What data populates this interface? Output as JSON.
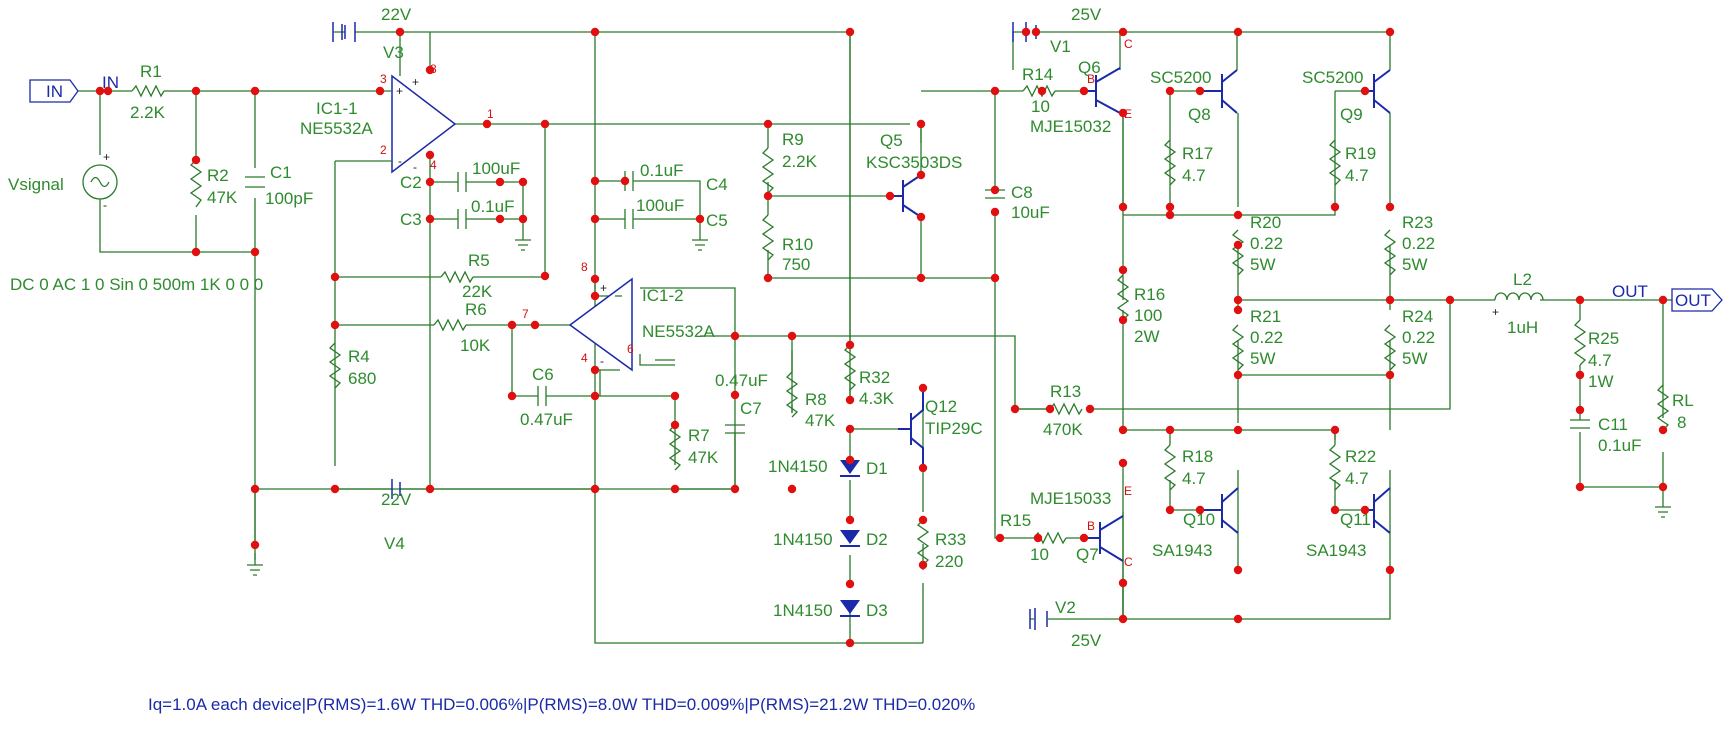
{
  "ports": {
    "in": "IN",
    "out": "OUT",
    "in_net": "IN",
    "out_net": "OUT"
  },
  "sources": {
    "vsignal": {
      "name": "Vsignal",
      "spec": "DC 0 AC 1 0 Sin 0 500m 1K 0 0 0"
    },
    "v1": {
      "name": "V1",
      "value": "25V"
    },
    "v2": {
      "name": "V2",
      "value": "25V"
    },
    "v3": {
      "name": "V3",
      "value": "22V"
    },
    "v4": {
      "name": "V4",
      "value": "22V"
    }
  },
  "opamps": {
    "ic1_1": {
      "name": "IC1-1",
      "part": "NE5532A",
      "pins": [
        "3",
        "8",
        "2",
        "4",
        "1"
      ]
    },
    "ic1_2": {
      "name": "IC1-2",
      "part": "NE5532A",
      "pins": [
        "8",
        "7",
        "4",
        "6"
      ]
    }
  },
  "resistors": {
    "r1": {
      "name": "R1",
      "value": "2.2K"
    },
    "r2": {
      "name": "R2",
      "value": "47K"
    },
    "r4": {
      "name": "R4",
      "value": "680"
    },
    "r5": {
      "name": "R5",
      "value": "22K"
    },
    "r6": {
      "name": "R6",
      "value": "10K"
    },
    "r7": {
      "name": "R7",
      "value": "47K"
    },
    "r8": {
      "name": "R8",
      "value": "47K"
    },
    "r9": {
      "name": "R9",
      "value": "2.2K"
    },
    "r10": {
      "name": "R10",
      "value": "750"
    },
    "r13": {
      "name": "R13",
      "value": "470K"
    },
    "r14": {
      "name": "R14",
      "value": "10"
    },
    "r15": {
      "name": "R15",
      "value": "10"
    },
    "r16": {
      "name": "R16",
      "value": "100",
      "rating": "2W"
    },
    "r17": {
      "name": "R17",
      "value": "4.7"
    },
    "r18": {
      "name": "R18",
      "value": "4.7"
    },
    "r19": {
      "name": "R19",
      "value": "4.7"
    },
    "r20": {
      "name": "R20",
      "value": "0.22",
      "rating": "5W"
    },
    "r21": {
      "name": "R21",
      "value": "0.22",
      "rating": "5W"
    },
    "r22": {
      "name": "R22",
      "value": "4.7"
    },
    "r23": {
      "name": "R23",
      "value": "0.22",
      "rating": "5W"
    },
    "r24": {
      "name": "R24",
      "value": "0.22",
      "rating": "5W"
    },
    "r25": {
      "name": "R25",
      "value": "4.7",
      "rating": "1W"
    },
    "r32": {
      "name": "R32",
      "value": "4.3K"
    },
    "r33": {
      "name": "R33",
      "value": "220"
    },
    "rl": {
      "name": "RL",
      "value": "8"
    }
  },
  "capacitors": {
    "c1": {
      "name": "C1",
      "value": "100pF"
    },
    "c2": {
      "name": "C2",
      "value": "100uF"
    },
    "c3": {
      "name": "C3",
      "value": "0.1uF"
    },
    "c4": {
      "name": "C4",
      "value": "0.1uF"
    },
    "c5": {
      "name": "C5",
      "value": "100uF"
    },
    "c6": {
      "name": "C6",
      "value": "0.47uF"
    },
    "c7": {
      "name": "C7",
      "value": "0.47uF"
    },
    "c8": {
      "name": "C8",
      "value": "10uF"
    },
    "c11": {
      "name": "C11",
      "value": "0.1uF"
    }
  },
  "inductors": {
    "l2": {
      "name": "L2",
      "value": "1uH"
    }
  },
  "transistors": {
    "q5": {
      "name": "Q5",
      "part": "KSC3503DS"
    },
    "q6": {
      "name": "Q6",
      "part": "MJE15032"
    },
    "q7": {
      "name": "Q7",
      "part": "MJE15033"
    },
    "q8": {
      "name": "Q8",
      "part": "SC5200"
    },
    "q9": {
      "name": "Q9",
      "part": "SC5200"
    },
    "q10": {
      "name": "Q10",
      "part": "SA1943"
    },
    "q11": {
      "name": "Q11",
      "part": "SA1943"
    },
    "q12": {
      "name": "Q12",
      "part": "TIP29C"
    }
  },
  "pin_marks": {
    "collector": "C",
    "base": "B",
    "emitter": "E"
  },
  "diodes": {
    "d1": {
      "name": "D1",
      "part": "1N4150"
    },
    "d2": {
      "name": "D2",
      "part": "1N4150"
    },
    "d3": {
      "name": "D3",
      "part": "1N4150"
    }
  },
  "results": "Iq=1.0A each device|P(RMS)=1.6W THD=0.006%|P(RMS)=8.0W THD=0.009%|P(RMS)=21.2W THD=0.020%"
}
